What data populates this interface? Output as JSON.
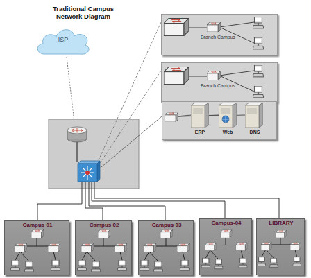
{
  "diagram": {
    "title": "Traditional Campus Network Diagram",
    "nodes": [
      {
        "text": [
          "ISP"
        ]
      },
      {
        "text": [
          "Branch Campus"
        ]
      },
      {
        "text": [
          "Branch Campus"
        ]
      },
      {
        "text": [
          "ERP",
          "Web",
          "DNS"
        ]
      },
      {
        "text": [
          "Campus 01"
        ]
      },
      {
        "text": [
          "Campus 02"
        ]
      },
      {
        "text": [
          "Campus 03"
        ]
      },
      {
        "text": [
          "Campus-04"
        ]
      },
      {
        "text": [
          "LIBRARY"
        ]
      }
    ]
  }
}
